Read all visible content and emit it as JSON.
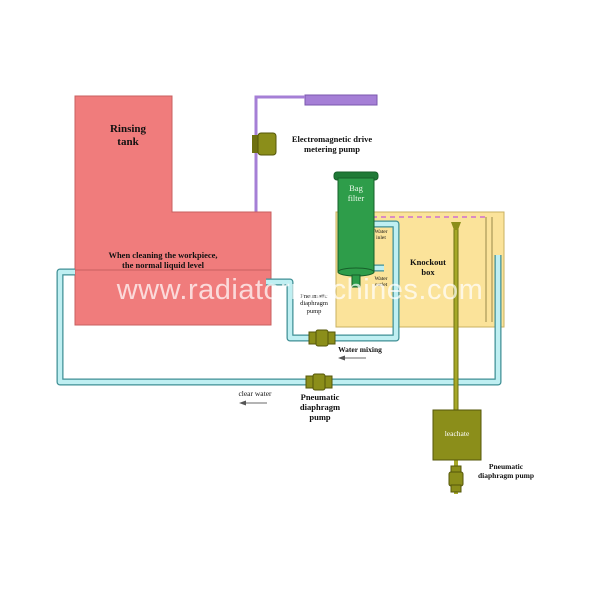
{
  "diagram": {
    "labels": {
      "rinsing_tank": "Rinsing\ntank",
      "liquid_level": "When cleaning the workpiece,\nthe normal liquid level",
      "metering_pump": "Electromagnetic drive\nmetering pump",
      "bag_filter": "Bag\nfilter",
      "water_inlet": "Water\ninlet",
      "water_outlet": "Water\noutlet",
      "knockout_box": "Knockout\nbox",
      "pump_small": "Pneumatic\ndiaphragm\npump",
      "water_mixing": "Water mixing",
      "clear_water": "clear water",
      "pump_bottom": "Pneumatic\ndiaphragm\npump",
      "leachate": "leachate",
      "pump_right": "Pneumatic\ndiaphragm pump"
    },
    "watermark": "www.radiatormachines.com"
  },
  "colors": {
    "rinsing_tank": "#f07c7c",
    "knockout_box": "#fbe39a",
    "bag_filter": "#2e9d4a",
    "water_pipe": "#bfeff2",
    "water_pipe_outline": "#3f8f95",
    "dosing_line": "#a57fd6",
    "olive_equipment": "#8b8e1a",
    "dashed_line": "#d070d0"
  }
}
